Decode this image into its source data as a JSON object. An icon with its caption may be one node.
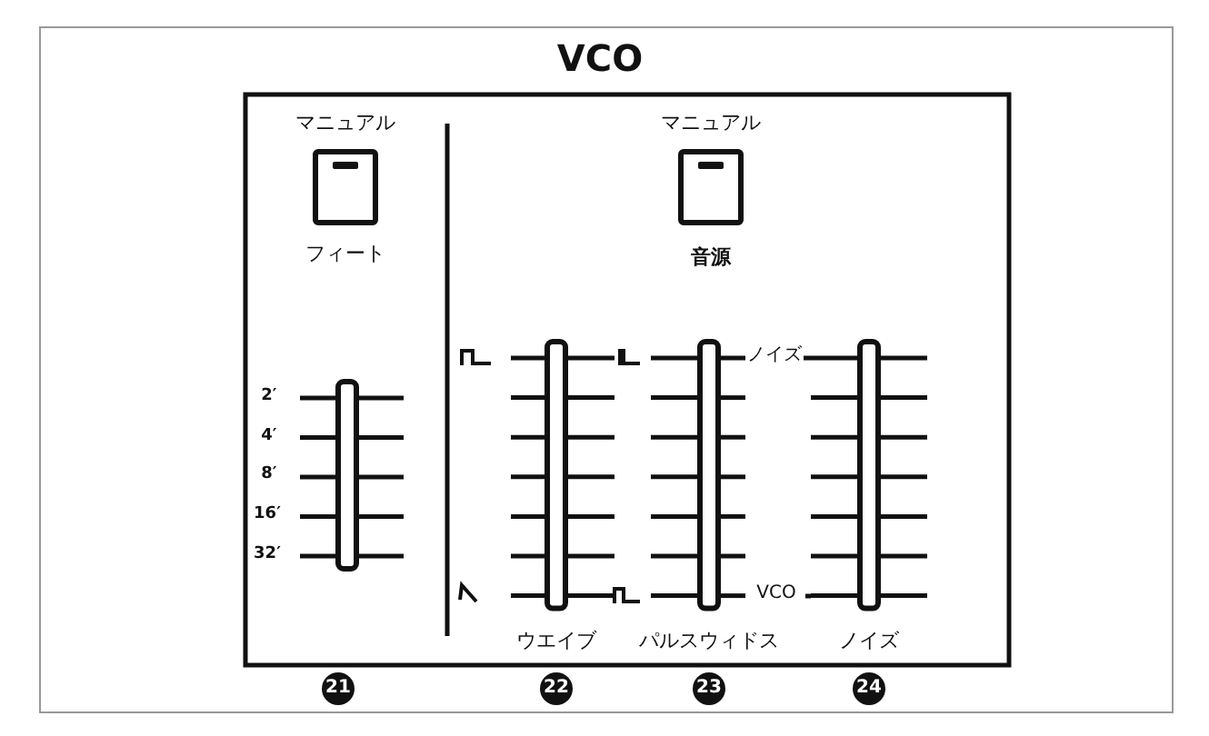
{
  "diagram": {
    "title": "VCO",
    "nodes": [
      {
        "text": [
          "マニュアル",
          "フィート"
        ]
      },
      {
        "text": [
          "マニュアル",
          "音源"
        ]
      }
    ],
    "labels": [
      "2′",
      "4′",
      "8′",
      "16′",
      "32′",
      "ノイズ",
      "VCO",
      "ウエイブ",
      "パルスウィドス",
      "ノイズ",
      "21",
      "22",
      "23",
      "24"
    ]
  }
}
